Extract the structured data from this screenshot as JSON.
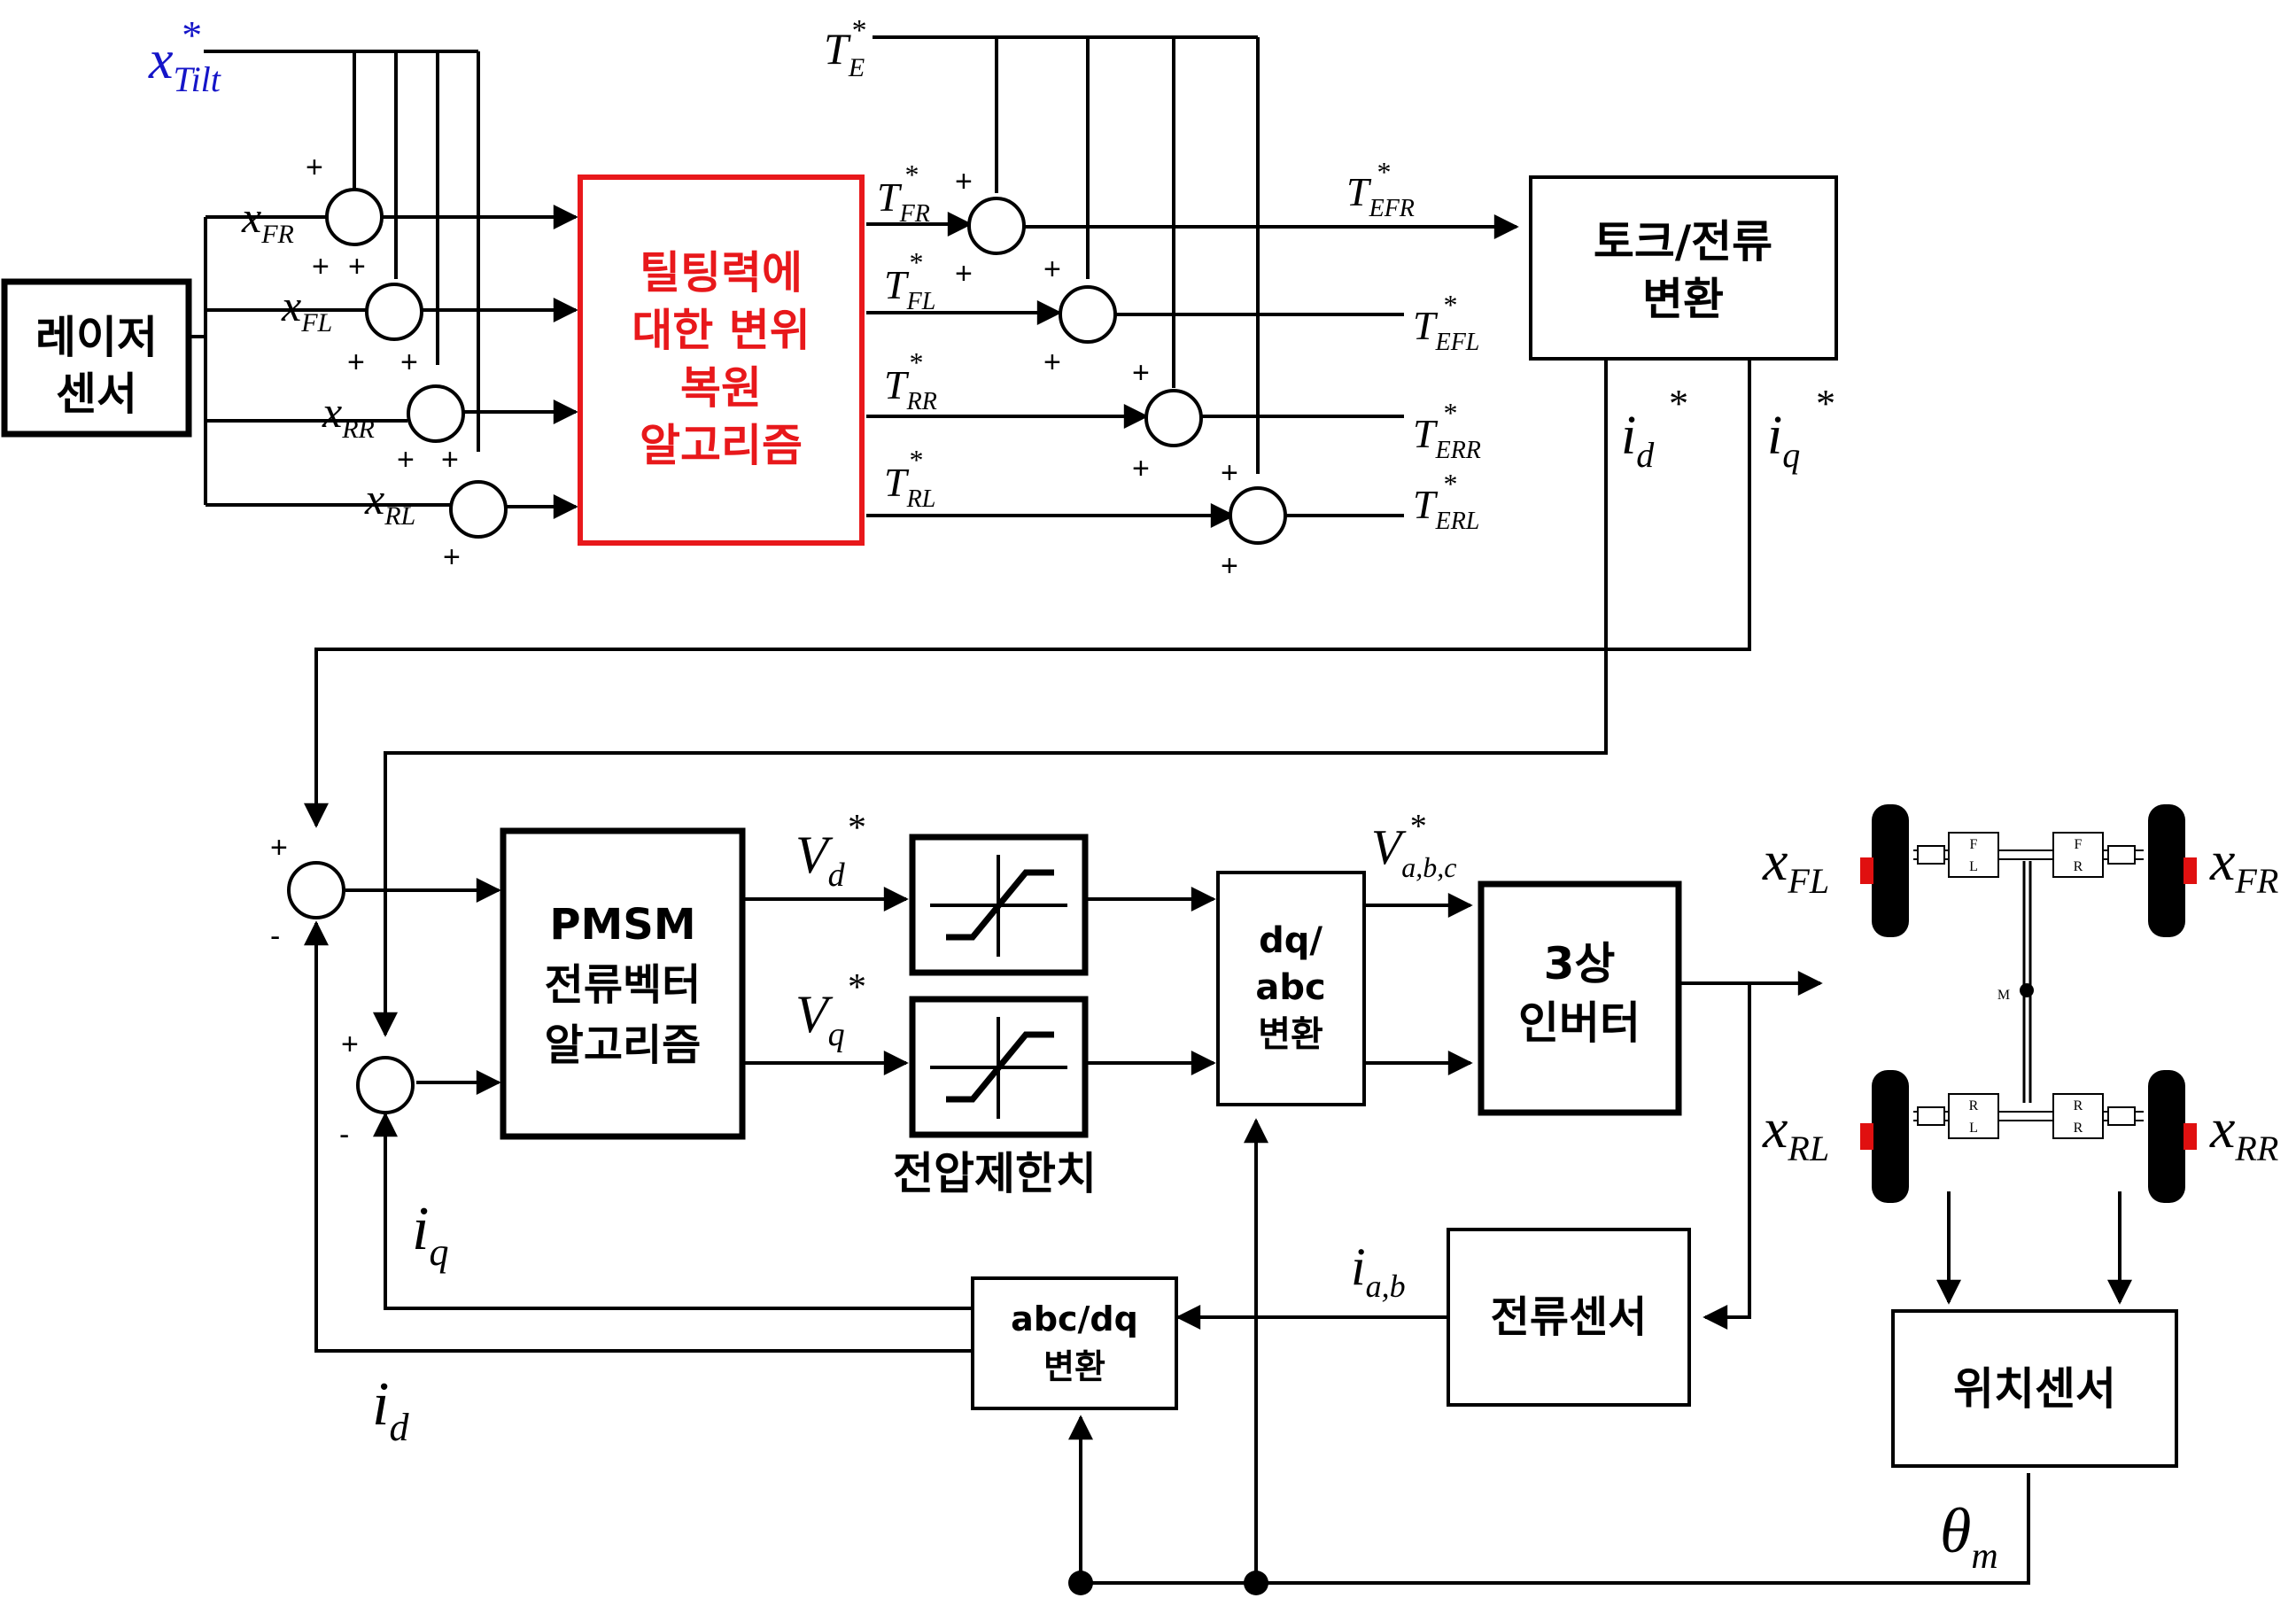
{
  "blocks": {
    "laser_sensor": [
      "레이저",
      "센서"
    ],
    "tilt_algorithm": [
      "틸팅력에",
      "대한 변위",
      "복원",
      "알고리즘"
    ],
    "torque_current": [
      "토크/전류",
      "변환"
    ],
    "pmsm": [
      "PMSM",
      "전류벡터",
      "알고리즘"
    ],
    "voltage_limiter": "전압제한치",
    "dq_abc": [
      "dq/",
      "abc",
      "변환"
    ],
    "inverter": [
      "3상",
      "인버터"
    ],
    "current_sensor": "전류센서",
    "abc_dq": [
      "abc/dq",
      "변환"
    ],
    "position_sensor": "위치센서"
  },
  "signals": {
    "x_tilt": {
      "main": "x",
      "sup": "*",
      "sub": "Tilt"
    },
    "x_fr": {
      "main": "x",
      "sub": "FR"
    },
    "x_fl": {
      "main": "x",
      "sub": "FL"
    },
    "x_rr": {
      "main": "x",
      "sub": "RR"
    },
    "x_rl": {
      "main": "x",
      "sub": "RL"
    },
    "t_e": {
      "main": "T",
      "sup": "*",
      "sub": "E"
    },
    "t_fr": {
      "main": "T",
      "sup": "*",
      "sub": "FR"
    },
    "t_fl": {
      "main": "T",
      "sup": "*",
      "sub": "FL"
    },
    "t_rr": {
      "main": "T",
      "sup": "*",
      "sub": "RR"
    },
    "t_rl": {
      "main": "T",
      "sup": "*",
      "sub": "RL"
    },
    "t_efr": {
      "main": "T",
      "sup": "*",
      "sub": "EFR"
    },
    "t_efl": {
      "main": "T",
      "sup": "*",
      "sub": "EFL"
    },
    "t_err": {
      "main": "T",
      "sup": "*",
      "sub": "ERR"
    },
    "t_erl": {
      "main": "T",
      "sup": "*",
      "sub": "ERL"
    },
    "i_d_ref": {
      "main": "i",
      "sub": "d",
      "sup": "*"
    },
    "i_q_ref": {
      "main": "i",
      "sub": "q",
      "sup": "*"
    },
    "v_d": {
      "main": "V",
      "sub": "d",
      "sup": "*"
    },
    "v_q": {
      "main": "V",
      "sub": "q",
      "sup": "*"
    },
    "v_abc": {
      "main": "V",
      "sup": "*",
      "sub": "a,b,c"
    },
    "i_ab": {
      "main": "i",
      "sub": "a,b"
    },
    "i_q": {
      "main": "i",
      "sub": "q"
    },
    "i_d": {
      "main": "i",
      "sub": "d"
    },
    "theta_m": {
      "main": "θ",
      "sub": "m"
    }
  },
  "vehicle": {
    "wheel_fl": {
      "main": "x",
      "sub": "FL"
    },
    "wheel_fr": {
      "main": "x",
      "sub": "FR"
    },
    "wheel_rl": {
      "main": "x",
      "sub": "RL"
    },
    "wheel_rr": {
      "main": "x",
      "sub": "RR"
    },
    "motor_fl": [
      "F",
      "L"
    ],
    "motor_fr": [
      "F",
      "R"
    ],
    "motor_rl": [
      "R",
      "L"
    ],
    "motor_rr": [
      "R",
      "R"
    ],
    "center": "M"
  },
  "signs": {
    "plus": "+",
    "minus": "-"
  },
  "colors": {
    "algorithm_red": "#e8181b",
    "tilt_blue": "#1515c8",
    "wheel_marker": "#e01010"
  }
}
